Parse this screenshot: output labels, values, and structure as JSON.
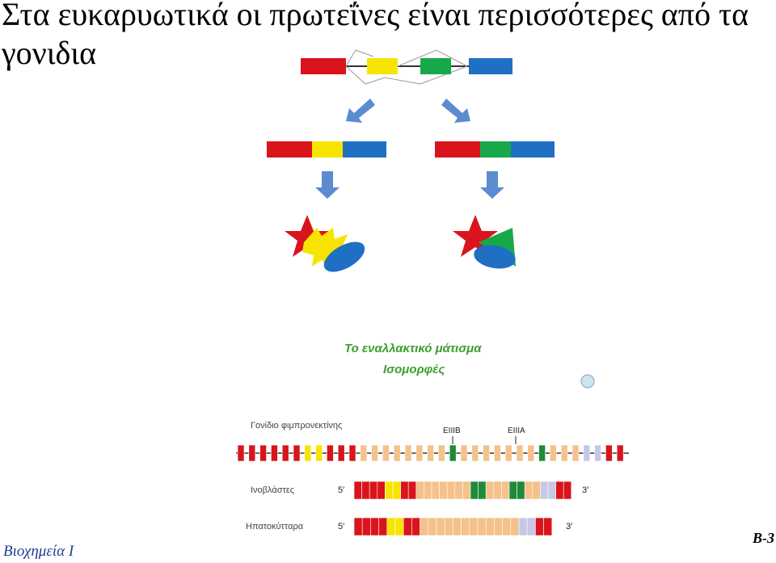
{
  "slide": {
    "title": "Στα ευκαρυωτικά οι πρωτεΐνες είναι περισσότερες από τα γονιδια",
    "footer_left": "Βιοχημεία Ι",
    "footer_right": "B-3"
  },
  "figure": {
    "heading_line1": "Το εναλλακτικό μάτισμα",
    "heading_line2": "Ισομορφές",
    "gene_label": "Γονίδιο φιμπρονεκτίνης",
    "marker_1": "EIIIB",
    "marker_2": "EIIIA",
    "row_1_label": "Ινοβλάστες",
    "row_2_label": "Ηπατοκύτταρα",
    "five_prime": "5′",
    "three_prime": "3′"
  },
  "colors": {
    "red": "#d9141c",
    "yellow": "#f7e400",
    "green": "#17a84a",
    "blue": "#1f6fc4",
    "arrow": "#5b8ccf",
    "heading_green": "#3aa02a",
    "dark_green_exon": "#1f8a3a",
    "tan_exon": "#f4c28a",
    "lavender_exon": "#c8c8e6"
  }
}
